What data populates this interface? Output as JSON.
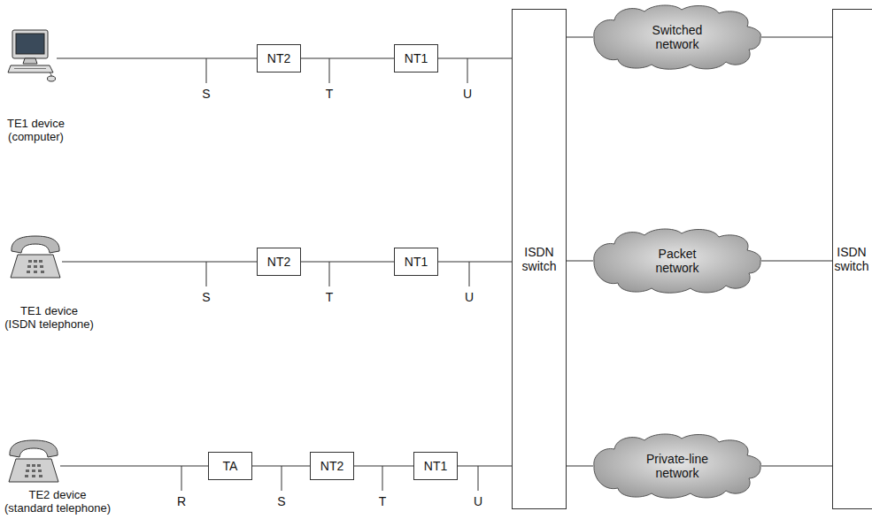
{
  "diagram": {
    "nodes": [
      {
        "text": [
          "TE1 device (computer)"
        ]
      },
      {
        "text": [
          "NT2"
        ]
      },
      {
        "text": [
          "NT1"
        ]
      },
      {
        "text": [
          "TE1 device (ISDN telephone)"
        ]
      },
      {
        "text": [
          "NT2"
        ]
      },
      {
        "text": [
          "NT1"
        ]
      },
      {
        "text": [
          "TE2 device (standard telephone)"
        ]
      },
      {
        "text": [
          "TA"
        ]
      },
      {
        "text": [
          "NT2"
        ]
      },
      {
        "text": [
          "NT1"
        ]
      },
      {
        "text": [
          "ISDN switch"
        ]
      },
      {
        "text": [
          "Switched network"
        ]
      },
      {
        "text": [
          "Packet network"
        ]
      },
      {
        "text": [
          "Private-line network"
        ]
      },
      {
        "text": [
          "ISDN switch"
        ]
      }
    ],
    "edges": [
      {
        "from": 0,
        "to": 1,
        "arrow": "none",
        "label": "S"
      },
      {
        "from": 1,
        "to": 2,
        "arrow": "none",
        "label": "T"
      },
      {
        "from": 2,
        "to": 10,
        "arrow": "none",
        "label": "U"
      },
      {
        "from": 3,
        "to": 4,
        "arrow": "none",
        "label": "S"
      },
      {
        "from": 4,
        "to": 5,
        "arrow": "none",
        "label": "T"
      },
      {
        "from": 5,
        "to": 10,
        "arrow": "none",
        "label": "U"
      },
      {
        "from": 6,
        "to": 7,
        "arrow": "none",
        "label": "R"
      },
      {
        "from": 7,
        "to": 8,
        "arrow": "none",
        "label": "S"
      },
      {
        "from": 8,
        "to": 9,
        "arrow": "none",
        "label": "T"
      },
      {
        "from": 9,
        "to": 10,
        "arrow": "none",
        "label": "U"
      },
      {
        "from": 10,
        "to": 11,
        "arrow": "none"
      },
      {
        "from": 10,
        "to": 12,
        "arrow": "none"
      },
      {
        "from": 10,
        "to": 13,
        "arrow": "none"
      },
      {
        "from": 11,
        "to": 14,
        "arrow": "none"
      },
      {
        "from": 12,
        "to": 14,
        "arrow": "none"
      },
      {
        "from": 13,
        "to": 14,
        "arrow": "none"
      }
    ]
  }
}
